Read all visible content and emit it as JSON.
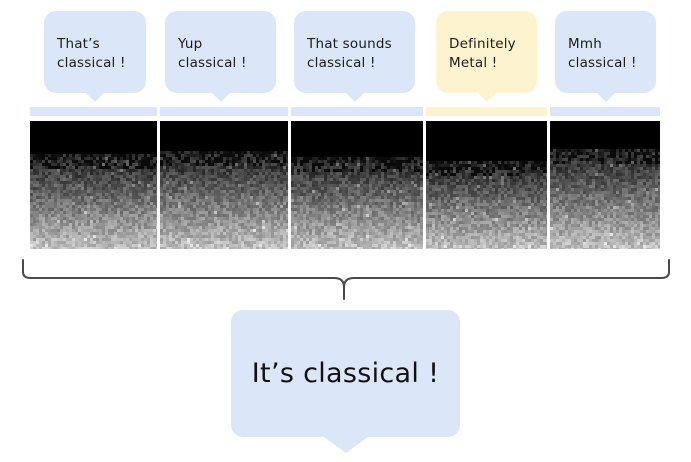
{
  "bubbles": [
    {
      "line1": "That’s",
      "line2": "classical !",
      "tone": "blue"
    },
    {
      "line1": "Yup",
      "line2": "classical !",
      "tone": "blue"
    },
    {
      "line1": "That sounds",
      "line2": "classical !",
      "tone": "blue"
    },
    {
      "line1": "Definitely",
      "line2": "Metal !",
      "tone": "yellow"
    },
    {
      "line1": "Mmh",
      "line2": "classical !",
      "tone": "blue"
    }
  ],
  "conclusion": "It’s classical !",
  "colors": {
    "bubble_blue": "#dbe7f8",
    "bubble_yellow": "#fdf4cf",
    "spectrogram_background": "#000000",
    "brace": "#4a4a4a"
  }
}
